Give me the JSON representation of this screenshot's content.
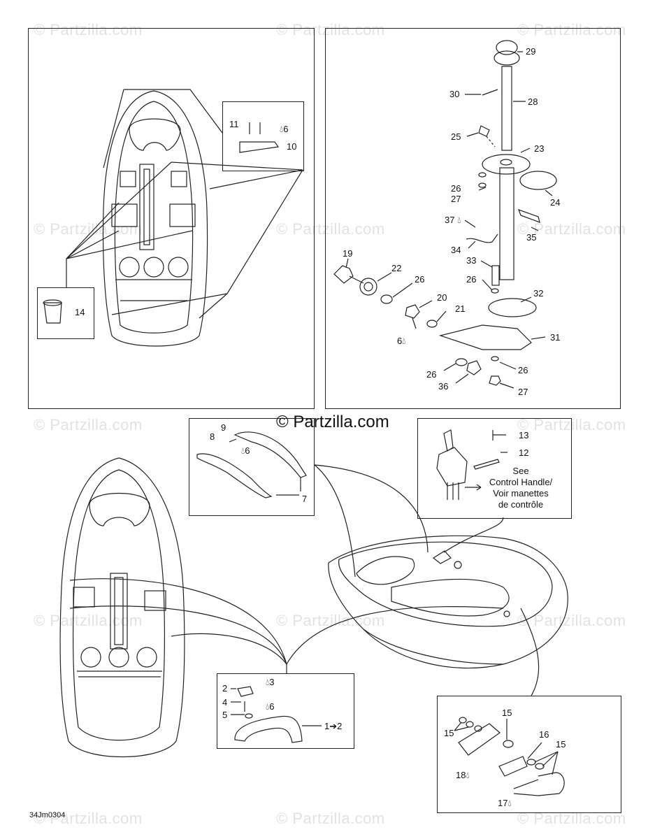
{
  "watermark": {
    "text": "© Partzilla.com",
    "main_text": "© Partzilla.com"
  },
  "figure_code": "34Jm0304",
  "see_note": {
    "line1": "See",
    "line2": "Control Handle/",
    "line3": "Voir manettes",
    "line4": "de contrôle"
  },
  "part_labels": {
    "p29": "29",
    "p30": "30",
    "p28": "28",
    "p25": "25",
    "p23": "23",
    "p26a": "26",
    "p27a": "27",
    "p24": "24",
    "p37": "37",
    "p35": "35",
    "p34": "34",
    "p33": "33",
    "p19": "19",
    "p22": "22",
    "p26b": "26",
    "p26c": "26",
    "p32": "32",
    "p20": "20",
    "p21": "21",
    "p6b": "6",
    "p31": "31",
    "p26d": "26",
    "p26e": "26",
    "p36": "36",
    "p27b": "27",
    "p11": "11",
    "p6a": "6",
    "p10": "10",
    "p14": "14",
    "p9": "9",
    "p8": "8",
    "p6c": "6",
    "p7": "7",
    "p13": "13",
    "p12": "12",
    "p2": "2",
    "p3": "3",
    "p4": "4",
    "p6d": "6",
    "p5": "5",
    "p1to2": "1➔2",
    "p15a": "15",
    "p15b": "15",
    "p16": "16",
    "p15c": "15",
    "p18": "18",
    "p17": "17"
  },
  "icons": {
    "drop": "sealant-drop-icon",
    "arrow": "right-arrow-icon"
  }
}
